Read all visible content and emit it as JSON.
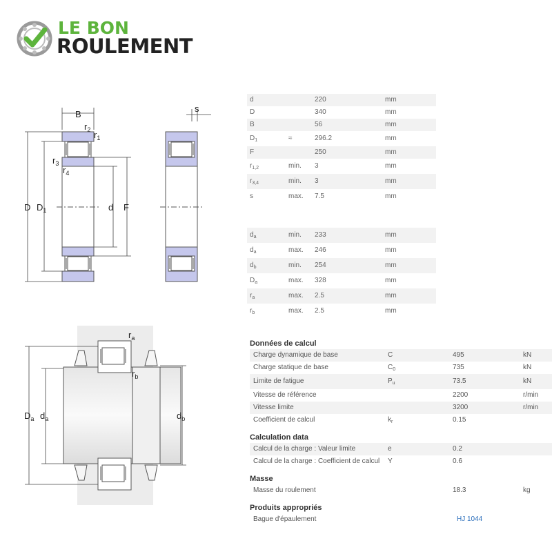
{
  "logo": {
    "line1": "LE BON",
    "line2": "ROULEMENT",
    "green": "#5db43c",
    "dark": "#222222",
    "icon": "gear-check-icon"
  },
  "diagram_labels": {
    "B": "B",
    "s": "s",
    "r1": "r",
    "r1_sub": "1",
    "r2": "r",
    "r2_sub": "2",
    "r3": "r",
    "r3_sub": "3",
    "r4": "r",
    "r4_sub": "4",
    "D": "D",
    "D1": "D",
    "D1_sub": "1",
    "d": "d",
    "F": "F",
    "ra": "r",
    "ra_sub": "a",
    "rb": "r",
    "rb_sub": "b",
    "Da": "D",
    "Da_sub": "a",
    "da": "d",
    "da_sub": "a",
    "db": "d",
    "db_sub": "b"
  },
  "dimensions": [
    {
      "sym": "d",
      "sub": "",
      "q": "",
      "v": "220",
      "u": "mm"
    },
    {
      "sym": "D",
      "sub": "",
      "q": "",
      "v": "340",
      "u": "mm"
    },
    {
      "sym": "B",
      "sub": "",
      "q": "",
      "v": "56",
      "u": "mm"
    },
    {
      "sym": "D",
      "sub": "1",
      "q": "≈",
      "v": "296.2",
      "u": "mm"
    },
    {
      "sym": "F",
      "sub": "",
      "q": "",
      "v": "250",
      "u": "mm"
    },
    {
      "sym": "r",
      "sub": "1,2",
      "q": "min.",
      "v": "3",
      "u": "mm"
    },
    {
      "sym": "r",
      "sub": "3,4",
      "q": "min.",
      "v": "3",
      "u": "mm"
    },
    {
      "sym": "s",
      "sub": "",
      "q": "max.",
      "v": "7.5",
      "u": "mm"
    }
  ],
  "abutment": [
    {
      "sym": "d",
      "sub": "a",
      "q": "min.",
      "v": "233",
      "u": "mm"
    },
    {
      "sym": "d",
      "sub": "a",
      "q": "max.",
      "v": "246",
      "u": "mm"
    },
    {
      "sym": "d",
      "sub": "b",
      "q": "min.",
      "v": "254",
      "u": "mm"
    },
    {
      "sym": "D",
      "sub": "a",
      "q": "max.",
      "v": "328",
      "u": "mm"
    },
    {
      "sym": "r",
      "sub": "a",
      "q": "max.",
      "v": "2.5",
      "u": "mm"
    },
    {
      "sym": "r",
      "sub": "b",
      "q": "max.",
      "v": "2.5",
      "u": "mm"
    }
  ],
  "calc": {
    "title": "Données de calcul",
    "rows": [
      {
        "label": "Charge dynamique de base",
        "sym": "C",
        "sub": "",
        "v": "495",
        "u": "kN"
      },
      {
        "label": "Charge statique de base",
        "sym": "C",
        "sub": "0",
        "v": "735",
        "u": "kN"
      },
      {
        "label": "Limite de fatigue",
        "sym": "P",
        "sub": "u",
        "v": "73.5",
        "u": "kN"
      },
      {
        "label": "Vitesse de référence",
        "sym": "",
        "sub": "",
        "v": "2200",
        "u": "r/min"
      },
      {
        "label": "Vitesse limite",
        "sym": "",
        "sub": "",
        "v": "3200",
        "u": "r/min"
      },
      {
        "label": "Coefficient de calcul",
        "sym": "k",
        "sub": "r",
        "v": "0.15",
        "u": ""
      }
    ]
  },
  "calculation_data": {
    "title": "Calculation data",
    "rows": [
      {
        "label": "Calcul de la charge : Valeur limite",
        "sym": "e",
        "v": "0.2"
      },
      {
        "label": "Calcul de la charge : Coefficient de calcul",
        "sym": "Y",
        "v": "0.6"
      }
    ]
  },
  "masse": {
    "title": "Masse",
    "rows": [
      {
        "label": "Masse du roulement",
        "v": "18.3",
        "u": "kg"
      }
    ]
  },
  "produits": {
    "title": "Produits appropriés",
    "rows": [
      {
        "label": "Bague d'épaulement",
        "link": "HJ 1044"
      }
    ]
  },
  "colors": {
    "ring_fill": "#c5c7ec",
    "ring_stroke": "#555555",
    "row_alt": "#f2f2f2",
    "link": "#2a6ebb"
  }
}
